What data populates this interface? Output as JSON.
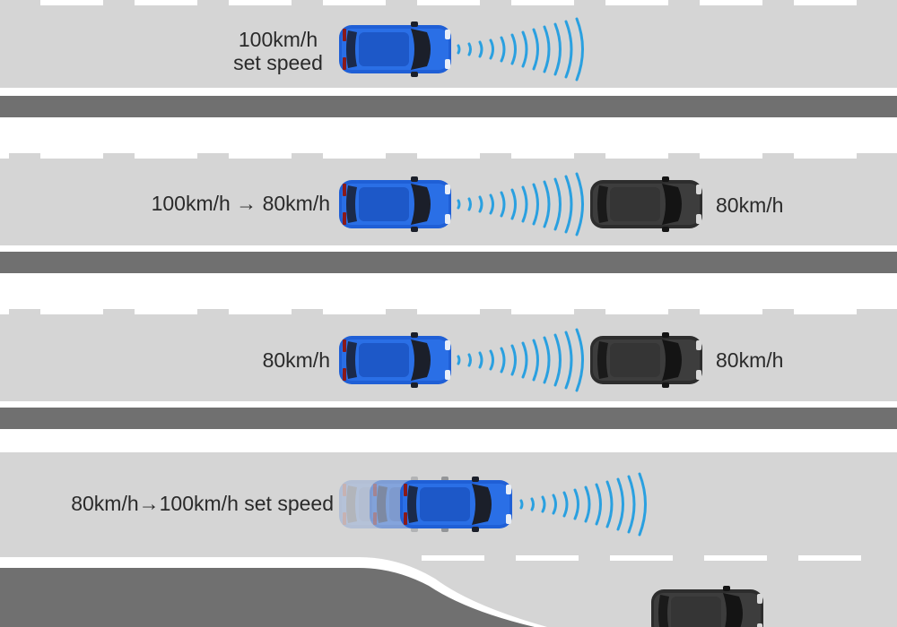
{
  "colors": {
    "lane": "#d5d5d5",
    "divider": "#707070",
    "marking": "#ffffff",
    "ego_car": "#1f5fd6",
    "lead_car": "#3a3a3a",
    "radar": "#2aa0e0"
  },
  "icons": {
    "ego": "blue-car-icon",
    "lead": "black-car-icon",
    "radar": "radar-waves-icon"
  },
  "panels": [
    {
      "label_lines": [
        "100km/h",
        "set speed"
      ],
      "lead_label": ""
    },
    {
      "label_lines": [
        "100km/h → 80km/h"
      ],
      "lead_label": "80km/h"
    },
    {
      "label_lines": [
        "80km/h"
      ],
      "lead_label": "80km/h"
    },
    {
      "label_lines": [
        "80km/h→100km/h set speed"
      ],
      "lead_label": ""
    }
  ]
}
